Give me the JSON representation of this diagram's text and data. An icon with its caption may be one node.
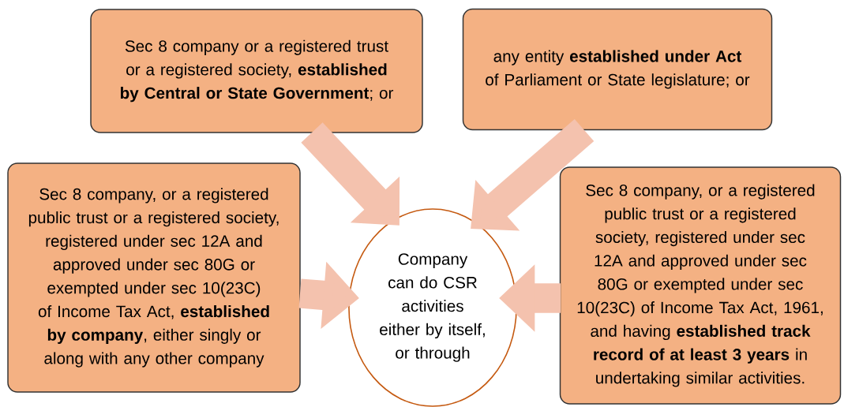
{
  "diagram": {
    "nodes": [
      {
        "text": [
          "Sec 8 company or a registered trust or a registered society, **established by Central or State Government**; or"
        ]
      },
      {
        "text": [
          "any entity **established under Act** of Parliament or State legislature; or"
        ]
      },
      {
        "text": [
          "Sec 8 company, or a registered public trust or a registered society, registered under sec 12A and approved under sec 80G or exempted under sec 10(23C) of Income Tax Act, **established by company**, either singly or along with any other company"
        ]
      },
      {
        "text": [
          "Company can do CSR activities either by itself, or through"
        ]
      },
      {
        "text": [
          "Sec 8 company, or a registered public trust or a registered society, registered under sec 12A and approved under sec 80G or exempted under sec 10(23C) of Income Tax Act, 1961, and having **established track record of at least 3 years** in undertaking similar activities."
        ]
      }
    ],
    "edges": [
      {
        "from": 0,
        "to": 3,
        "arrow": "to"
      },
      {
        "from": 1,
        "to": 3,
        "arrow": "to"
      },
      {
        "from": 2,
        "to": 3,
        "arrow": "to"
      },
      {
        "from": 4,
        "to": 3,
        "arrow": "to"
      }
    ]
  }
}
